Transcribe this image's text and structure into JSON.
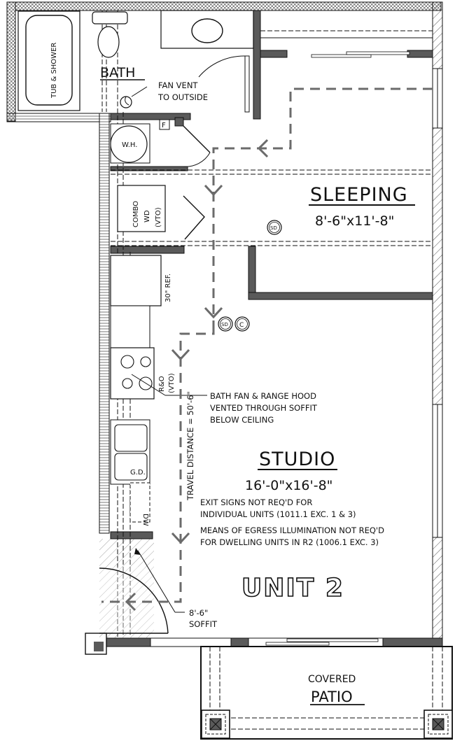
{
  "plan": {
    "unit_label": "UNIT 2",
    "rooms": {
      "bath": {
        "name": "BATH"
      },
      "sleeping": {
        "name": "SLEEPING",
        "dimensions": "8'-6\"x11'-8\""
      },
      "studio": {
        "name": "STUDIO",
        "dimensions": "16'-0\"x16'-8\""
      },
      "patio": {
        "line1": "COVERED",
        "line2": "PATIO"
      }
    },
    "fixtures": {
      "tub": "TUB & SHOWER",
      "water_heater": "W.H.",
      "filter": "F",
      "washer_dryer": [
        "COMBO",
        "WD",
        "(VTO)"
      ],
      "refrigerator": "30\" REF.",
      "range": [
        "R&O",
        "(VTO)"
      ],
      "disposal": "G.D.",
      "dishwasher": "DW",
      "smoke_detector": "SD",
      "co_detector": "C"
    },
    "notes": {
      "fan_vent": [
        "FAN VENT",
        "TO OUTSIDE"
      ],
      "bath_fan": [
        "BATH FAN & RANGE HOOD",
        "VENTED THROUGH SOFFIT",
        "BELOW CEILING"
      ],
      "exit_signs": [
        "EXIT SIGNS NOT REQ'D FOR",
        "INDIVIDUAL UNITS (1011.1 EXC. 1 & 3)"
      ],
      "egress_illumination": [
        "MEANS OF EGRESS ILLUMINATION NOT REQ'D",
        "FOR DWELLING UNITS IN R2 (1006.1 EXC. 3)"
      ],
      "soffit": [
        "8'-6\"",
        "SOFFIT"
      ],
      "travel_distance": "TRAVEL DISTANCE = 50'-6\""
    },
    "colors": {
      "wall_fill": "#5a5a5a",
      "egress_path": "#6b6b6b",
      "line": "#111111",
      "background": "#ffffff"
    }
  }
}
